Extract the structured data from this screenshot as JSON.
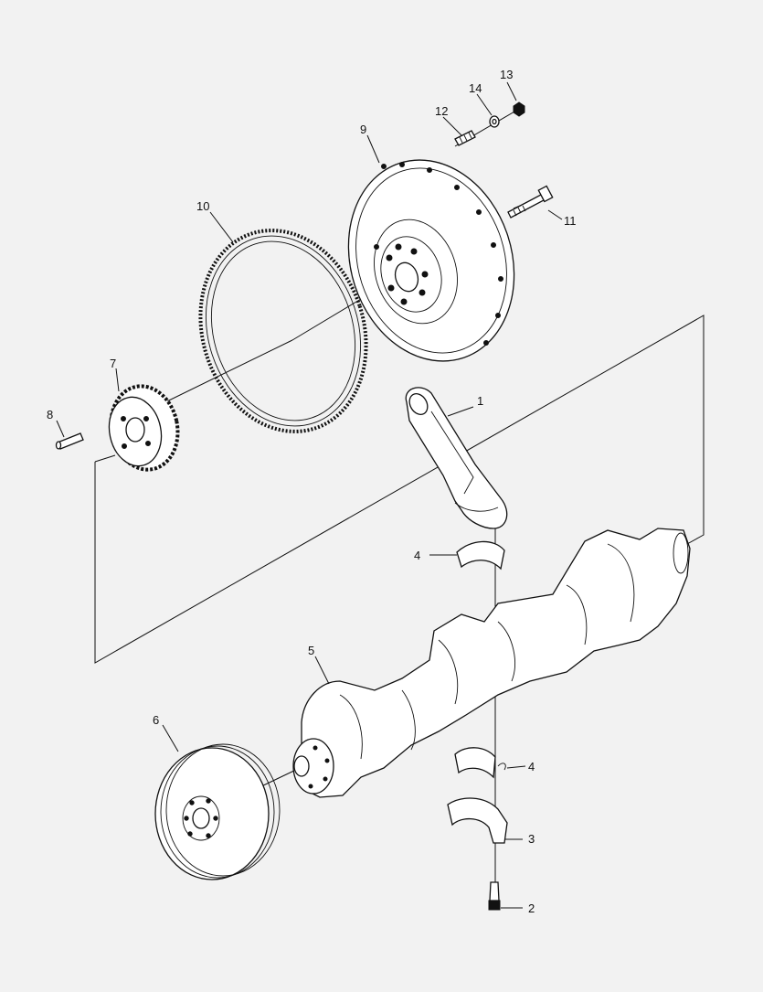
{
  "diagram": {
    "callouts": [
      {
        "id": "c1",
        "label": "1"
      },
      {
        "id": "c2",
        "label": "2"
      },
      {
        "id": "c3",
        "label": "3"
      },
      {
        "id": "c4a",
        "label": "4"
      },
      {
        "id": "c4b",
        "label": "4"
      },
      {
        "id": "c5",
        "label": "5"
      },
      {
        "id": "c6",
        "label": "6"
      },
      {
        "id": "c7",
        "label": "7"
      },
      {
        "id": "c8",
        "label": "8"
      },
      {
        "id": "c9",
        "label": "9"
      },
      {
        "id": "c10",
        "label": "10"
      },
      {
        "id": "c11",
        "label": "11"
      },
      {
        "id": "c12",
        "label": "12"
      },
      {
        "id": "c13",
        "label": "13"
      },
      {
        "id": "c14",
        "label": "14"
      }
    ]
  }
}
